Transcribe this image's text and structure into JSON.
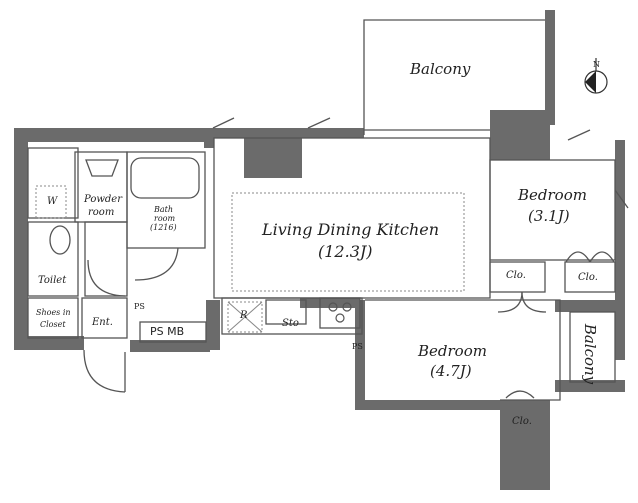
{
  "labels": {
    "balcony_top": "Balcony",
    "balcony_right": "Balcony",
    "ldk": "Living Dining Kitchen",
    "ldk_size": "(12.3J)",
    "bedroom1": "Bedroom",
    "bedroom1_size": "(3.1J)",
    "bedroom2": "Bedroom",
    "bedroom2_size": "(4.7J)",
    "powder1": "Powder",
    "powder2": "room",
    "bath1": "Bath",
    "bath2": "room",
    "bath3": "(1216)",
    "toilet": "Toilet",
    "shoes1": "Shoes in",
    "shoes2": "Closet",
    "ent": "Ent.",
    "ps_mb": "PS MB",
    "wm": "W",
    "r": "R",
    "sto": "Sto",
    "clo1": "Clo.",
    "clo2": "Clo.",
    "clo3": "Clo.",
    "north": "N",
    "ps1": "PS",
    "ps2": "PS"
  },
  "colors": {
    "wall": "#666666",
    "line": "#555555",
    "dash": "#999999"
  }
}
